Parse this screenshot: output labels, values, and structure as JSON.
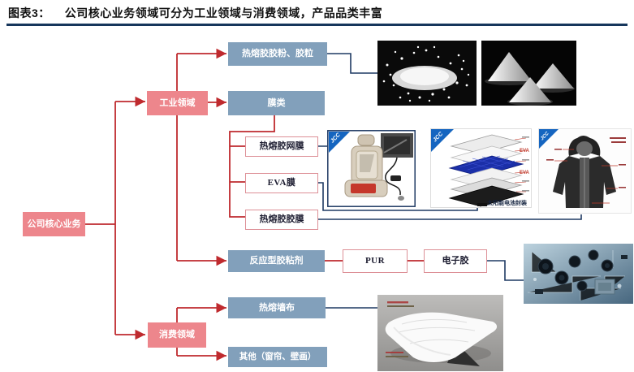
{
  "header": {
    "figure_label": "图表3：",
    "figure_title": "公司核心业务领域可分为工业领域与消费领域，产品品类丰富"
  },
  "tree": {
    "root": {
      "label": "公司核心业务"
    },
    "branches": [
      {
        "label": "工业领域",
        "children": [
          {
            "label": "热熔胶胶粉、胶粒"
          },
          {
            "label": "膜类",
            "children": [
              {
                "label": "热熔胶网膜"
              },
              {
                "label": "EVA膜"
              },
              {
                "label": "热熔胶胶膜"
              }
            ]
          },
          {
            "label": "反应型胶粘剂",
            "children": [
              {
                "label": "PUR",
                "children": [
                  {
                    "label": "电子胶"
                  }
                ]
              }
            ]
          }
        ]
      },
      {
        "label": "消费领域",
        "children": [
          {
            "label": "热熔墙布"
          },
          {
            "label": "其他（窗帘、壁画）"
          }
        ]
      }
    ]
  },
  "photos": {
    "brand_logo": "JCC",
    "solar_panel": {
      "eva_label_top": "EVA",
      "eva_label_bottom": "EVA",
      "caption": "太阳能电池封装"
    }
  },
  "colors": {
    "pink_node": "#ed868c",
    "blue_node": "#82a0bb",
    "tree_line_red": "#bf2a2e",
    "connector_navy": "#1f3a63",
    "title_rule": "#16365c"
  }
}
